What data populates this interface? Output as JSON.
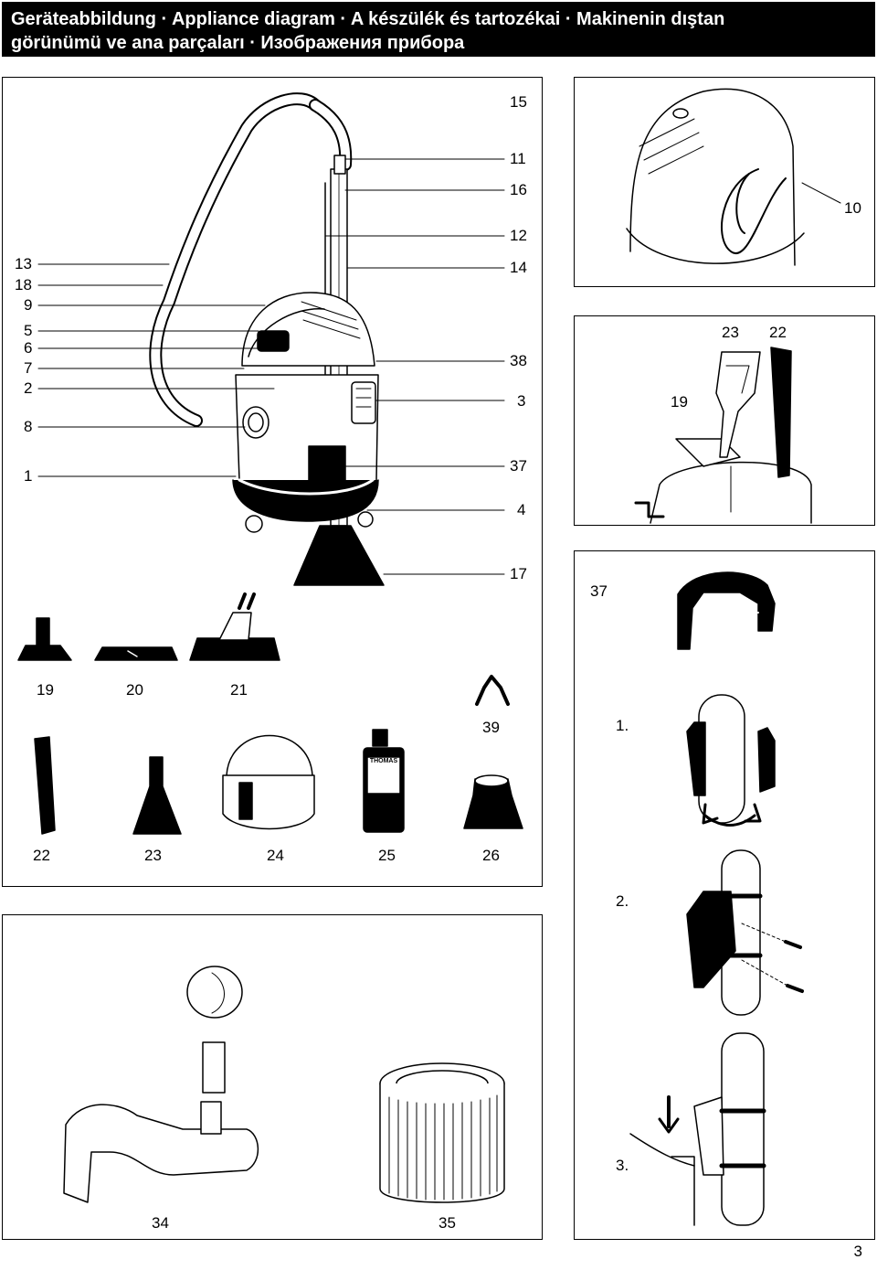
{
  "header": {
    "line1": "Geräteabbildung · Appliance diagram · A készülék és tartozékai · Makinenin dıştan",
    "line2": "görünümü ve ana parçaları · Изображения прибора"
  },
  "main_callouts": {
    "left": [
      "13",
      "18",
      "9",
      "5",
      "6",
      "7",
      "2",
      "8",
      "1"
    ],
    "right": [
      "15",
      "11",
      "16",
      "12",
      "14",
      "38",
      "3",
      "37",
      "4",
      "17"
    ]
  },
  "cord_panel": {
    "label": "10"
  },
  "nozzle_panel": {
    "labels": [
      "23",
      "22",
      "19"
    ]
  },
  "accessories": {
    "row1": [
      "19",
      "20",
      "21"
    ],
    "row2": [
      "22",
      "23",
      "24",
      "25",
      "26"
    ],
    "clip_label": "39",
    "bottle_brand": "THOMAS"
  },
  "bracket_panel": {
    "label": "37",
    "steps": [
      "1.",
      "2.",
      "3."
    ]
  },
  "bottom_panel": {
    "labels": [
      "34",
      "35"
    ]
  },
  "page_number": "3"
}
